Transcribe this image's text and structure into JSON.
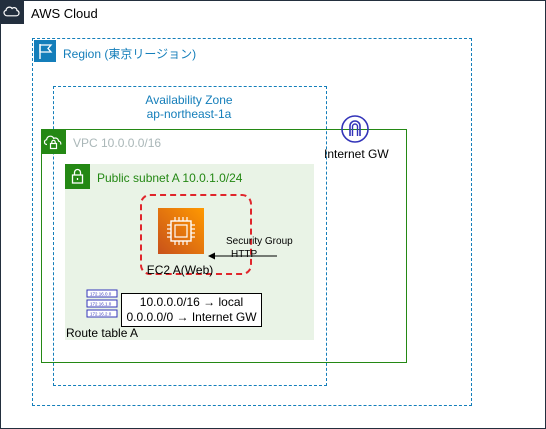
{
  "cloud": {
    "title": "AWS Cloud",
    "logo_icon": "aws-logo-icon",
    "color": "#232f3e"
  },
  "region": {
    "title": "Region (東京リージョン)",
    "icon": "flag-icon",
    "color": "#147eba"
  },
  "availability_zone": {
    "line1": "Availability Zone",
    "line2": "ap-northeast-1a",
    "color": "#147eba"
  },
  "vpc": {
    "title": "VPC 10.0.0.0/16",
    "icon": "cloud-lock-icon",
    "color": "#248814"
  },
  "subnet": {
    "title": "Public subnet A 10.0.1.0/24",
    "icon": "lock-icon",
    "color": "#248814",
    "background": "#e9f3e6"
  },
  "ec2": {
    "label": "EC2 A(Web)",
    "icon": "ec2-instance-icon"
  },
  "security_group": {
    "label": "Security Group",
    "protocol": "HTTP",
    "border_color": "#e0262c"
  },
  "internet_gateway": {
    "label": "Internet GW",
    "icon": "internet-gateway-icon",
    "color": "#3334b9"
  },
  "route_table": {
    "label": "Route table A",
    "icon": "route-table-icon",
    "icon_rows": [
      "172.16.0.0",
      "172.16.1.0",
      "172.16.2.0"
    ],
    "routes": [
      "10.0.0.0/16 → local",
      "0.0.0.0/0 → Internet GW"
    ]
  }
}
